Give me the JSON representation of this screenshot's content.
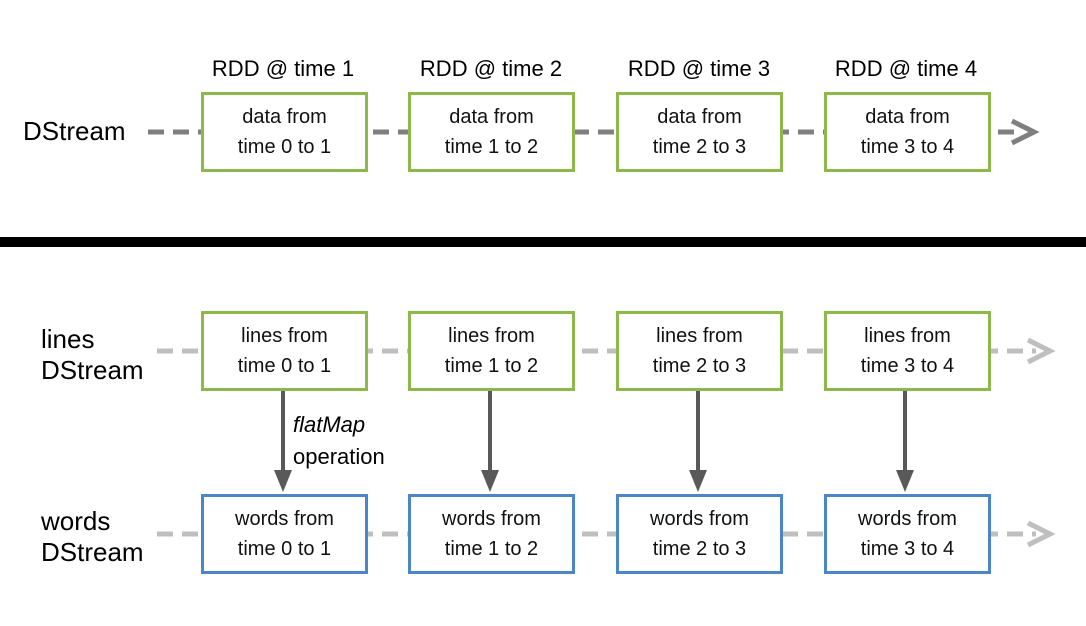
{
  "top": {
    "stream_label": "DStream",
    "rdd_labels": [
      "RDD @ time 1",
      "RDD @ time 2",
      "RDD @ time 3",
      "RDD @ time 4"
    ],
    "boxes": [
      {
        "line1": "data from",
        "line2": "time 0 to 1"
      },
      {
        "line1": "data from",
        "line2": "time 1 to 2"
      },
      {
        "line1": "data from",
        "line2": "time 2 to 3"
      },
      {
        "line1": "data from",
        "line2": "time 3 to 4"
      }
    ]
  },
  "lines_stream": {
    "label_line1": "lines",
    "label_line2": "DStream",
    "boxes": [
      {
        "line1": "lines from",
        "line2": "time 0 to 1"
      },
      {
        "line1": "lines from",
        "line2": "time 1 to 2"
      },
      {
        "line1": "lines from",
        "line2": "time 2 to 3"
      },
      {
        "line1": "lines from",
        "line2": "time 3 to 4"
      }
    ]
  },
  "operation": {
    "name": "flatMap",
    "word": "operation"
  },
  "words_stream": {
    "label_line1": "words",
    "label_line2": "DStream",
    "boxes": [
      {
        "line1": "words from",
        "line2": "time 0 to 1"
      },
      {
        "line1": "words from",
        "line2": "time 1 to 2"
      },
      {
        "line1": "words from",
        "line2": "time 2 to 3"
      },
      {
        "line1": "words from",
        "line2": "time 3 to 4"
      }
    ]
  },
  "colors": {
    "green_border": "#8db84a",
    "blue_border": "#4d86c8",
    "top_arrow": "#7f7f7f",
    "bottom_arrows": "#bfbfbf",
    "vertical_arrows": "#595959",
    "divider": "#000000"
  }
}
